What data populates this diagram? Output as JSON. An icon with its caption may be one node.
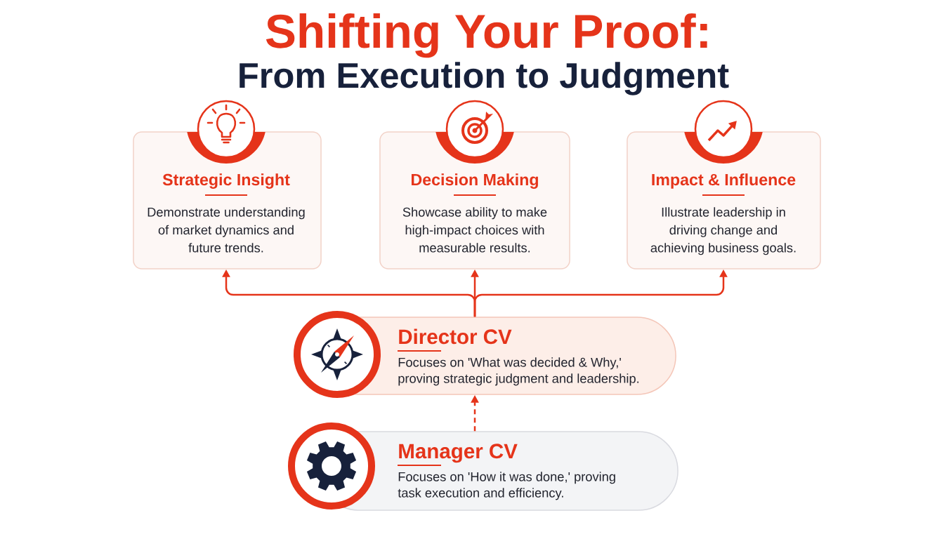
{
  "diagram": {
    "title": "Shifting Your Proof:",
    "nodes": [
      {
        "text": [
          "Strategic Insight",
          "Demonstrate understanding of market dynamics and future trends."
        ]
      },
      {
        "text": [
          "Decision Making",
          "Showcase ability to make high-impact choices with measurable results."
        ]
      },
      {
        "text": [
          "Impact & Influence",
          "Illustrate leadership in driving change and achieving business goals."
        ]
      },
      {
        "text": [
          "Director CV",
          "Focuses on 'What was decided & Why,' proving strategic judgment and leadership."
        ]
      },
      {
        "text": [
          "Manager CV",
          "Focuses on 'How it was done,' proving task execution and efficiency."
        ]
      }
    ],
    "edges": [
      {
        "from": 3,
        "to": 0,
        "arrow": "to"
      },
      {
        "from": 3,
        "to": 1,
        "arrow": "to"
      },
      {
        "from": 3,
        "to": 2,
        "arrow": "to"
      },
      {
        "from": 4,
        "to": 3,
        "arrow": "to",
        "style": "dashed"
      }
    ],
    "labels": [
      "From Execution to Judgment"
    ]
  }
}
